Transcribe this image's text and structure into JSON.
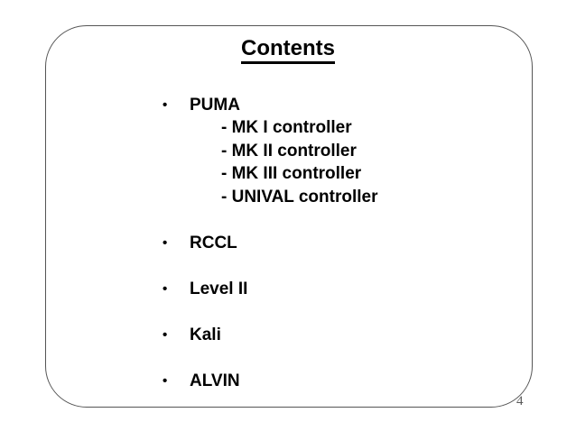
{
  "slide": {
    "title": "Contents",
    "page_number": "4",
    "bullet_glyph": "•",
    "frame": {
      "border_color": "#555555",
      "background": "#ffffff"
    },
    "text_color": "#000000",
    "page_number_color": "#5a5a5a",
    "items": [
      {
        "label": "PUMA",
        "sub_items": [
          "- MK I controller",
          "- MK II controller",
          "- MK III controller",
          "- UNIVAL controller"
        ]
      },
      {
        "label": "RCCL",
        "sub_items": []
      },
      {
        "label": "Level II",
        "sub_items": []
      },
      {
        "label": "Kali",
        "sub_items": []
      },
      {
        "label": "ALVIN",
        "sub_items": []
      }
    ]
  }
}
